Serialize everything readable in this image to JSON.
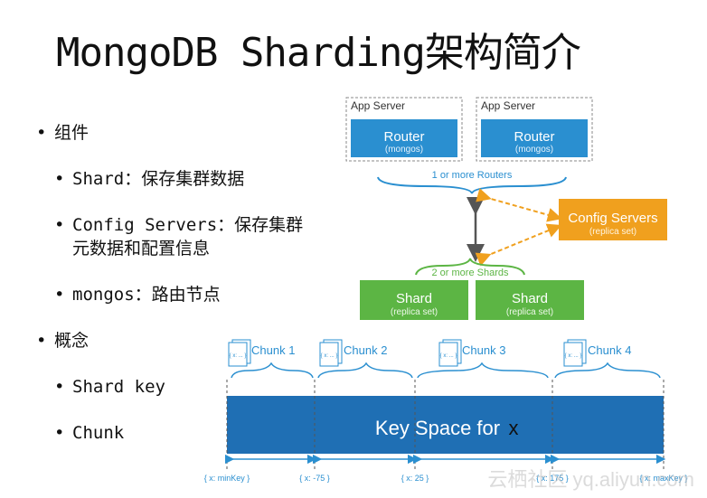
{
  "title": "MongoDB Sharding架构简介",
  "bullets": {
    "components": "组件",
    "shard": "Shard：保存集群数据",
    "config_line1": "Config Servers：保存集群",
    "config_line2": "元数据和配置信息",
    "mongos": "mongos：路由节点",
    "concepts": "概念",
    "shard_key": "Shard key",
    "chunk": "Chunk"
  },
  "diagram": {
    "app_server_label": "App Server",
    "router_label": "Router",
    "router_sub": "(mongos)",
    "routers_brace": "1 or more Routers",
    "config_label": "Config Servers",
    "config_sub": "(replica set)",
    "shards_brace": "2 or more Shards",
    "shard_label": "Shard",
    "shard_sub": "(replica set)",
    "doc_stack_label": "{ x: ... }",
    "chunks": [
      "Chunk 1",
      "Chunk 2",
      "Chunk 3",
      "Chunk 4"
    ],
    "key_space_label": "Key Space for",
    "key_space_var": "x",
    "ranges": [
      "{ x: minKey }",
      "{ x: -75 }",
      "{ x: 25 }",
      "{ x: 175 }",
      "{ x: maxKey }"
    ]
  },
  "watermark": "云栖社区 yq.aliyun.com",
  "colors": {
    "blue": "#2a8fd0",
    "blue_dark": "#1f6fb4",
    "orange": "#f0a01e",
    "green": "#5cb544",
    "key_band": "#1f6fb4"
  }
}
